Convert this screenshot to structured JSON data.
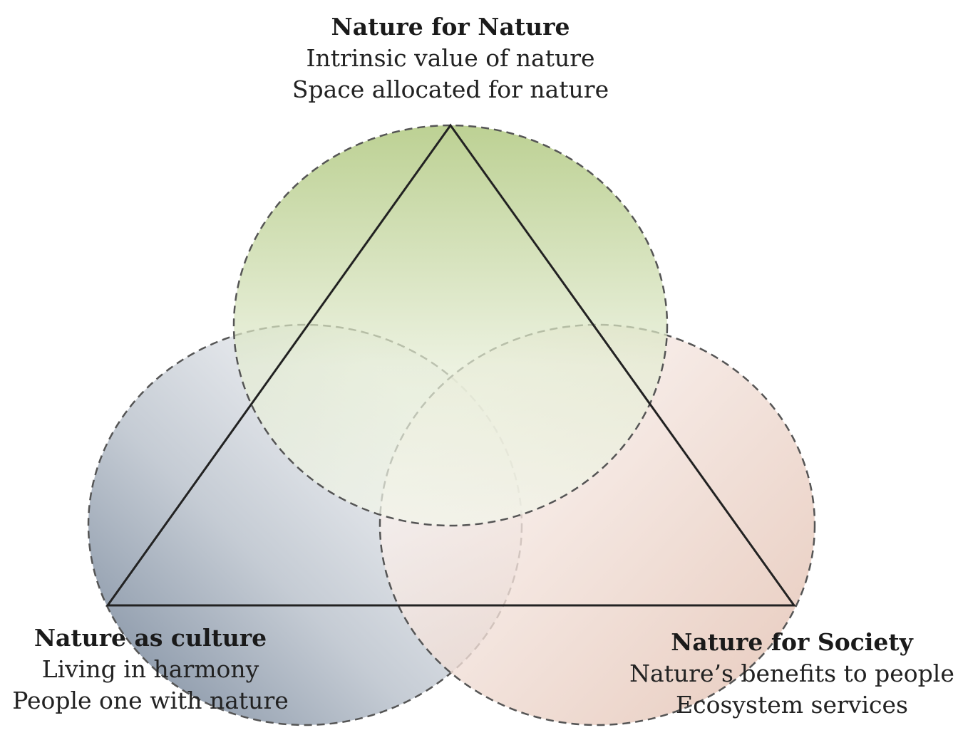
{
  "diagram": {
    "top": {
      "title": "Nature for Nature",
      "line1": "Intrinsic value of nature",
      "line2": "Space allocated for nature",
      "color": "#a3bf6a"
    },
    "left": {
      "title": "Nature as culture",
      "line1": "Living in harmony",
      "line2": "People one with nature",
      "color": "#8a97a8"
    },
    "right": {
      "title": "Nature for Society",
      "line1": "Nature’s benefits to people",
      "line2": "Ecosystem services",
      "color": "#e6c6b8"
    }
  }
}
